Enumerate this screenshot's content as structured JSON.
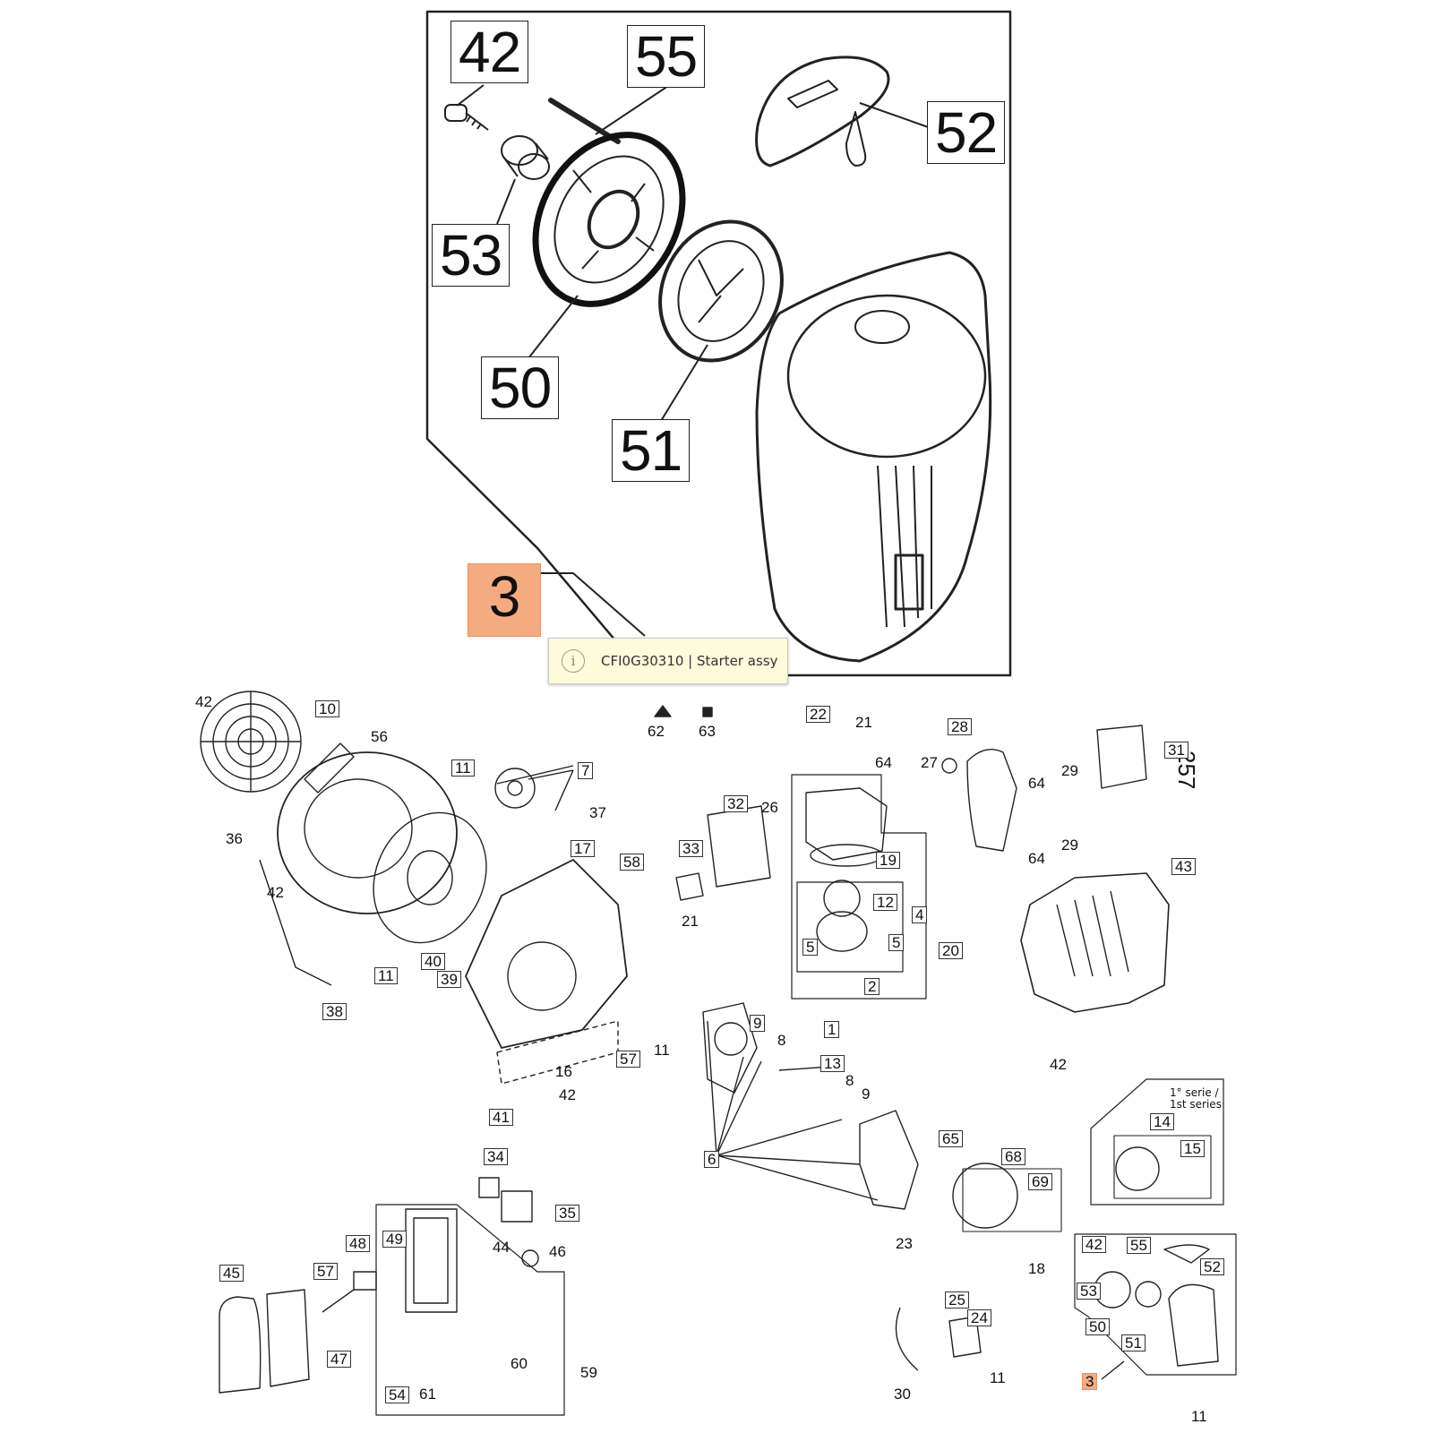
{
  "page_number": "257",
  "tooltip": {
    "text": "CFI0G30310 | Starter assy"
  },
  "highlight_color": "#f5ab80",
  "series_note": [
    "1° serie /",
    "1st series"
  ],
  "inset_labels": {
    "l42": "42",
    "l55": "55",
    "l52": "52",
    "l53": "53",
    "l50": "50",
    "l51": "51",
    "l3": "3"
  },
  "labels": {
    "p42a": "42",
    "p10": "10",
    "p56": "56",
    "p36": "36",
    "p11a": "11",
    "p7": "7",
    "p37": "37",
    "p62": "62",
    "p63": "63",
    "p22": "22",
    "p21a": "21",
    "p64a": "64",
    "p28": "28",
    "p27": "27",
    "p29a": "29",
    "p31": "31",
    "p64b": "64",
    "p29b": "29",
    "p64c": "64",
    "p32": "32",
    "p26": "26",
    "p33": "33",
    "p21b": "21",
    "p17": "17",
    "p58": "58",
    "p42b": "42",
    "p19": "19",
    "p12": "12",
    "p4": "4",
    "p5a": "5",
    "p5b": "5",
    "p20": "20",
    "p2": "2",
    "p43": "43",
    "p42c": "42",
    "p11b": "11",
    "p40": "40",
    "p39": "39",
    "p38": "38",
    "p16": "16",
    "p57a": "57",
    "p42d": "42",
    "p41": "41",
    "p11c": "11",
    "p9a": "9",
    "p8a": "8",
    "p1": "1",
    "p13": "13",
    "p8b": "8",
    "p9b": "9",
    "p6": "6",
    "p65": "65",
    "p68": "68",
    "p69": "69",
    "p23": "23",
    "p14": "14",
    "p15": "15",
    "p34": "34",
    "p35": "35",
    "p44": "44",
    "p46": "46",
    "p48": "48",
    "p49": "49",
    "p45": "45",
    "p57b": "57",
    "p47": "47",
    "p60": "60",
    "p59": "59",
    "p54": "54",
    "p61": "61",
    "p18": "18",
    "p25": "25",
    "p24": "24",
    "p30": "30",
    "p11d": "11",
    "p42e": "42",
    "p55": "55",
    "p52": "52",
    "p53": "53",
    "p50": "50",
    "p51": "51",
    "p3": "3",
    "p11e": "11"
  }
}
